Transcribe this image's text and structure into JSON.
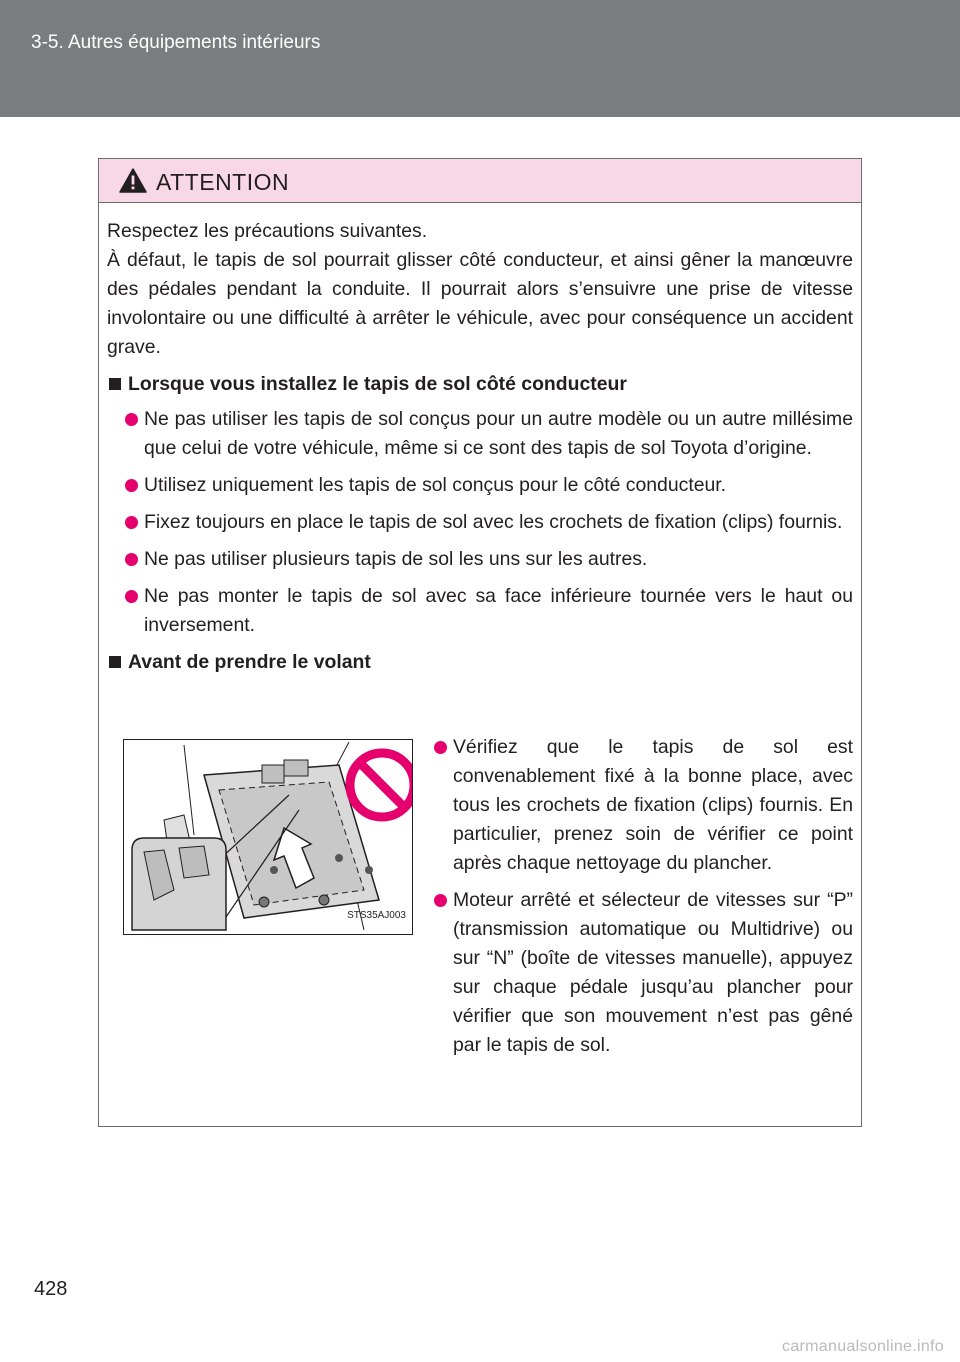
{
  "header": {
    "section": "3-5. Autres équipements intérieurs"
  },
  "box": {
    "title": "ATTENTION",
    "intro_line1": "Respectez les précautions suivantes.",
    "intro_line2": "À défaut, le tapis de sol pourrait glisser côté conducteur, et ainsi gêner la manœuvre des pédales pendant la conduite. Il pourrait alors s’ensuivre une prise de vitesse involontaire ou une difficulté à arrêter le véhicule, avec pour conséquence un accident grave.",
    "section1": {
      "heading": "Lorsque vous installez le tapis de sol côté conducteur",
      "bullets": [
        "Ne pas utiliser les tapis de sol conçus pour un autre modèle ou un autre millésime que celui de votre véhicule, même si ce sont des tapis de sol Toyota d’origine.",
        "Utilisez uniquement les tapis de sol conçus pour le côté conducteur.",
        "Fixez toujours en place le tapis de sol avec les crochets de fixation (clips) fournis.",
        "Ne pas utiliser plusieurs tapis de sol les uns sur les autres.",
        "Ne pas monter le tapis de sol avec sa face inférieure tournée vers le haut ou inversement."
      ]
    },
    "section2": {
      "heading": "Avant de prendre le volant",
      "figure_code": "STS35AJ003",
      "bullets": [
        "Vérifiez que le tapis de sol est convenablement fixé à la bonne place, avec tous les crochets de fixation (clips) fournis. En particulier, prenez soin de vérifier ce point après chaque nettoyage du plancher.",
        "Moteur arrêté et sélecteur de vitesses sur “P” (transmission automatique ou Multidrive) ou sur “N” (boîte de vitesses manuelle), appuyez sur chaque pédale jusqu’au plancher pour vérifier que son mouvement n’est pas gêné par le tapis de sol."
      ]
    }
  },
  "page_number": "428",
  "watermark": "carmanualsonline.info",
  "colors": {
    "header": "#7b7c7e",
    "box_head": "#f8d8e6",
    "bullet": "#e5006e",
    "prohibition": "#e5006e"
  }
}
